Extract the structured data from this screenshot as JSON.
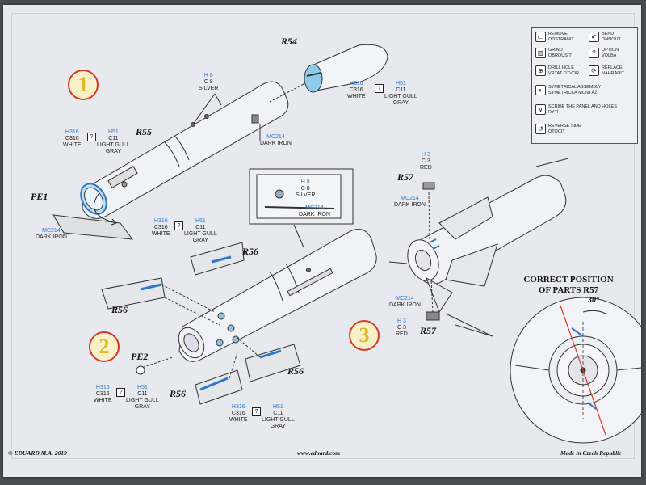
{
  "step_numbers": [
    "1",
    "2",
    "3"
  ],
  "parts": {
    "r54": "R54",
    "r55": "R55",
    "r56_a": "R56",
    "r56_b": "R56",
    "r56_c": "R56",
    "r56_d": "R56",
    "r57_a": "R57",
    "r57_b": "R57",
    "pe1": "PE1",
    "pe2": "PE2"
  },
  "color_callouts": {
    "silver_top": {
      "code": "H 8",
      "ref": "C 8",
      "name": "SILVER"
    },
    "nose_cone": {
      "code1": "H316",
      "ref1": "C316",
      "name1": "WHITE",
      "q": "?",
      "code2": "H51",
      "ref2": "C11",
      "name2a": "LIGHT GULL",
      "name2b": "GRAY"
    },
    "step1_left": {
      "code1": "H316",
      "ref1": "C316",
      "name1": "WHITE",
      "q": "?",
      "code2": "H51",
      "ref2": "C11",
      "name2a": "LIGHT GULL",
      "name2b": "GRAY"
    },
    "step1_iron": {
      "code": "MC214",
      "name": "DARK IRON"
    },
    "pe1_iron": {
      "code": "MC214",
      "name": "DARK IRON"
    },
    "inset_silver": {
      "code": "H 8",
      "ref": "C 8",
      "name": "SILVER"
    },
    "inset_iron": {
      "code": "MC214",
      "name": "DARK IRON"
    },
    "step2_top": {
      "code1": "H316",
      "ref1": "C316",
      "name1": "WHITE",
      "q": "?",
      "code2": "H51",
      "ref2": "C11",
      "name2a": "LIGHT GULL",
      "name2b": "GRAY"
    },
    "step2_left": {
      "code1": "H316",
      "ref1": "C316",
      "name1": "WHITE",
      "q": "?",
      "code2": "H51",
      "ref2": "C11",
      "name2a": "LIGHT GULL",
      "name2b": "GRAY"
    },
    "step2_bottom": {
      "code1": "H316",
      "ref1": "C316",
      "name1": "WHITE",
      "q": "?",
      "code2": "H51",
      "ref2": "C11",
      "name2a": "LIGHT GULL",
      "name2b": "GRAY"
    },
    "step3_red_top": {
      "code": "H 3",
      "ref": "C 3",
      "name": "RED"
    },
    "step3_iron_top": {
      "code": "MC214",
      "name": "DARK IRON"
    },
    "step3_iron_bottom": {
      "code": "MC214",
      "name": "DARK IRON"
    },
    "step3_red_bottom": {
      "code": "H 3",
      "ref": "C 3",
      "name": "RED"
    }
  },
  "legend": [
    {
      "icon": "▭",
      "en": "REMOVE",
      "cz": "ODSTRANIT"
    },
    {
      "icon": "✔",
      "en": "BEND",
      "cz": "OHNOUT"
    },
    {
      "icon": "▥",
      "en": "GRIND",
      "cz": "OBROUSIT"
    },
    {
      "icon": "?",
      "en": "OPTION",
      "cz": "VOLBA"
    },
    {
      "icon": "⊕",
      "en": "DRILL HOLE",
      "cz": "VRTAT OTVOR"
    },
    {
      "icon": "⟳",
      "en": "REPLACE",
      "cz": "NAHRADIT"
    },
    {
      "icon": "◐",
      "en": "SYMETRICAL ASSEMBLY",
      "cz": "SYMETRICKÁ MONTÁŽ"
    },
    {
      "icon": "∨",
      "en": "SCRIBE THE PANEL AND HOLES",
      "cz": "RYTÍ"
    },
    {
      "icon": "↺",
      "en": "REVERSE SIDE",
      "cz": "OTOČIT"
    }
  ],
  "correct_position": {
    "line1": "CORRECT POSITION",
    "line2": "OF PARTS R57",
    "angle": "30°"
  },
  "footer": {
    "left": "© EDUARD  M.A. 2019",
    "center": "www.eduard.com",
    "right": "Made in Czech Republic"
  }
}
